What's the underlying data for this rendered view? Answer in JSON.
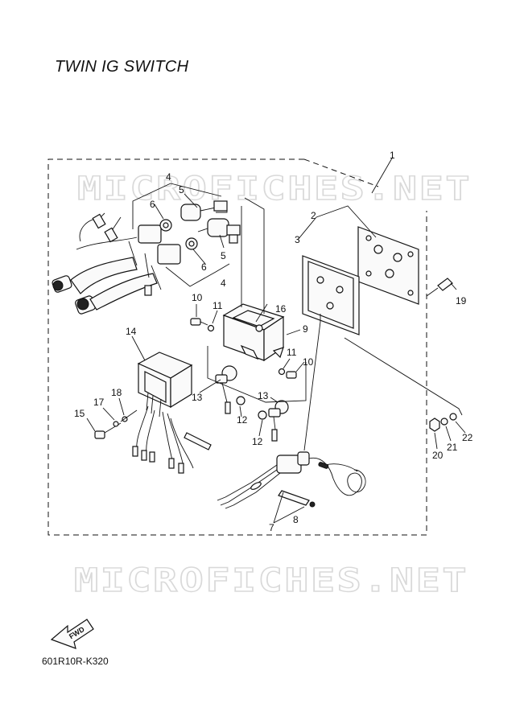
{
  "title": "TWIN IG SWITCH",
  "diagram_code": "601R10R-K320",
  "watermark": "MICROFICHES.NET",
  "fwd_label": "FWD",
  "callouts": [
    {
      "id": "c1",
      "label": "1"
    },
    {
      "id": "c2",
      "label": "2"
    },
    {
      "id": "c3",
      "label": "3"
    },
    {
      "id": "c4a",
      "label": "4"
    },
    {
      "id": "c4b",
      "label": "4"
    },
    {
      "id": "c5a",
      "label": "5"
    },
    {
      "id": "c5b",
      "label": "5"
    },
    {
      "id": "c6a",
      "label": "6"
    },
    {
      "id": "c6b",
      "label": "6"
    },
    {
      "id": "c7",
      "label": "7"
    },
    {
      "id": "c8",
      "label": "8"
    },
    {
      "id": "c9",
      "label": "9"
    },
    {
      "id": "c10a",
      "label": "10"
    },
    {
      "id": "c10b",
      "label": "10"
    },
    {
      "id": "c11a",
      "label": "11"
    },
    {
      "id": "c11b",
      "label": "11"
    },
    {
      "id": "c12a",
      "label": "12"
    },
    {
      "id": "c12b",
      "label": "12"
    },
    {
      "id": "c13a",
      "label": "13"
    },
    {
      "id": "c13b",
      "label": "13"
    },
    {
      "id": "c14",
      "label": "14"
    },
    {
      "id": "c15",
      "label": "15"
    },
    {
      "id": "c16",
      "label": "16"
    },
    {
      "id": "c17",
      "label": "17"
    },
    {
      "id": "c18",
      "label": "18"
    },
    {
      "id": "c19",
      "label": "19"
    },
    {
      "id": "c20",
      "label": "20"
    },
    {
      "id": "c21",
      "label": "21"
    },
    {
      "id": "c22",
      "label": "22"
    }
  ]
}
